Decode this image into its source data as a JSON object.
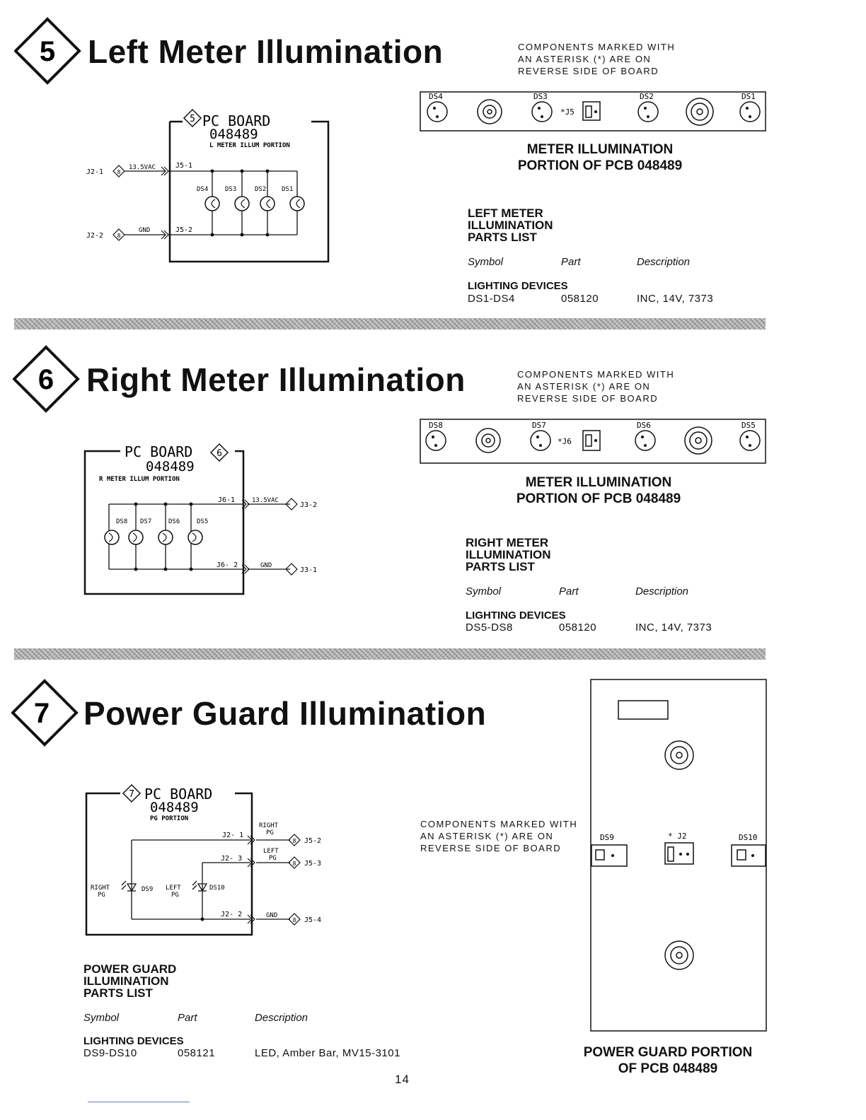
{
  "note_text": [
    "COMPONENTS  MARKED  WITH",
    "AN  ASTERISK  (*)  ARE  ON",
    "REVERSE SIDE OF BOARD"
  ],
  "column_headers": {
    "symbol": "Symbol",
    "part": "Part",
    "description": "Description"
  },
  "section5": {
    "number": "5",
    "title": "Left Meter Illumination",
    "schematic": {
      "board_title": "PC BOARD",
      "board_number": "048489",
      "portion": "L METER ILLUM PORTION",
      "badge": "5",
      "in_top": "J2-1",
      "in_top_tag": "8",
      "voltage": "13.5VAC",
      "conn_top": "J5-1",
      "in_bottom": "J2-2",
      "in_bottom_tag": "8",
      "gnd": "GND",
      "conn_bottom": "J5-2",
      "lamps": [
        "DS4",
        "DS3",
        "DS2",
        "DS1"
      ]
    },
    "pcb": {
      "labels": [
        "DS4",
        "DS3",
        "DS2",
        "DS1"
      ],
      "connector": "*J5"
    },
    "caption": [
      "METER ILLUMINATION",
      "PORTION OF PCB 048489"
    ],
    "parts_heading": [
      "LEFT METER",
      "ILLUMINATION",
      "PARTS LIST"
    ],
    "category": "LIGHTING DEVICES",
    "row": {
      "symbol": "DS1-DS4",
      "part": "058120",
      "description": "INC, 14V, 7373"
    }
  },
  "section6": {
    "number": "6",
    "title": "Right Meter Illumination",
    "schematic": {
      "board_title": "PC BOARD",
      "board_number": "048489",
      "portion": "R METER ILLUM PORTION",
      "badge": "6",
      "conn_top": "J6-1",
      "voltage": "13.5VAC",
      "out_top": "J3-2",
      "conn_bottom": "J6- 2",
      "gnd": "GND",
      "out_bottom": "J3-1",
      "lamps": [
        "DS8",
        "DS7",
        "DS6",
        "DS5"
      ]
    },
    "pcb": {
      "labels": [
        "DS8",
        "DS7",
        "DS6",
        "DS5"
      ],
      "connector": "*J6"
    },
    "caption": [
      "METER ILLUMINATION",
      "PORTION OF PCB 048489"
    ],
    "parts_heading": [
      "RIGHT METER",
      "ILLUMINATION",
      "PARTS LIST"
    ],
    "category": "LIGHTING DEVICES",
    "row": {
      "symbol": "DS5-DS8",
      "part": "058120",
      "description": "INC, 14V, 7373"
    }
  },
  "section7": {
    "number": "7",
    "title": "Power Guard Illumination",
    "schematic": {
      "board_title": "PC BOARD",
      "board_number": "048489",
      "portion": "PG PORTION",
      "badge": "7",
      "right_pg": [
        "RIGHT",
        "PG"
      ],
      "left_pg": [
        "LEFT",
        "PG"
      ],
      "j2_1": "J2- 1",
      "j2_3": "J2- 3",
      "j2_2": "J2- 2",
      "tag": "8",
      "j5_2": "J5-2",
      "j5_3": "J5-3",
      "j5_4": "J5-4",
      "gnd": "GND",
      "ds9": "DS9",
      "ds10": "DS10",
      "led_right": [
        "RIGHT",
        "PG"
      ],
      "led_left": [
        "LEFT",
        "PG"
      ]
    },
    "pcb": {
      "ds9": "DS9",
      "j2": "* J2",
      "ds10": "DS10"
    },
    "caption": [
      "POWER GUARD PORTION",
      "OF PCB 048489"
    ],
    "parts_heading": [
      "POWER GUARD",
      "ILLUMINATION",
      "PARTS LIST"
    ],
    "category": "LIGHTING DEVICES",
    "row": {
      "symbol": "DS9-DS10",
      "part": "058121",
      "description": "LED, Amber Bar, MV15-3101"
    }
  },
  "page_number": "14"
}
